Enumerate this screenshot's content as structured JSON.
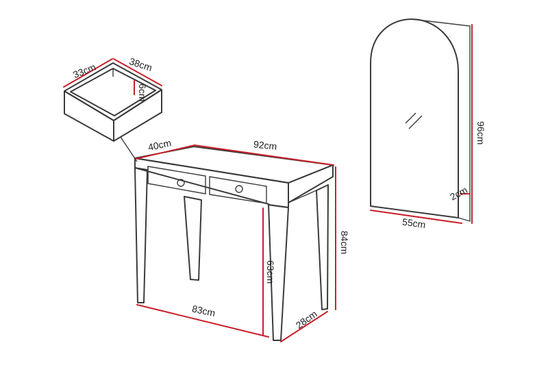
{
  "colors": {
    "outline": "#3a3a3a",
    "dimension_line": "#c8202a",
    "label": "#1f1f1f",
    "background": "#ffffff"
  },
  "drawer": {
    "depth_label": "33cm",
    "width_label": "38cm",
    "height_label": "6cm"
  },
  "desk": {
    "depth_label": "40cm",
    "width_label": "92cm",
    "height_label": "84cm",
    "knee_height_label": "63cm",
    "knee_width_label": "83cm",
    "knee_depth_label": "28cm"
  },
  "mirror": {
    "height_label": "96cm",
    "width_label": "55cm",
    "thickness_label": "2cm"
  }
}
